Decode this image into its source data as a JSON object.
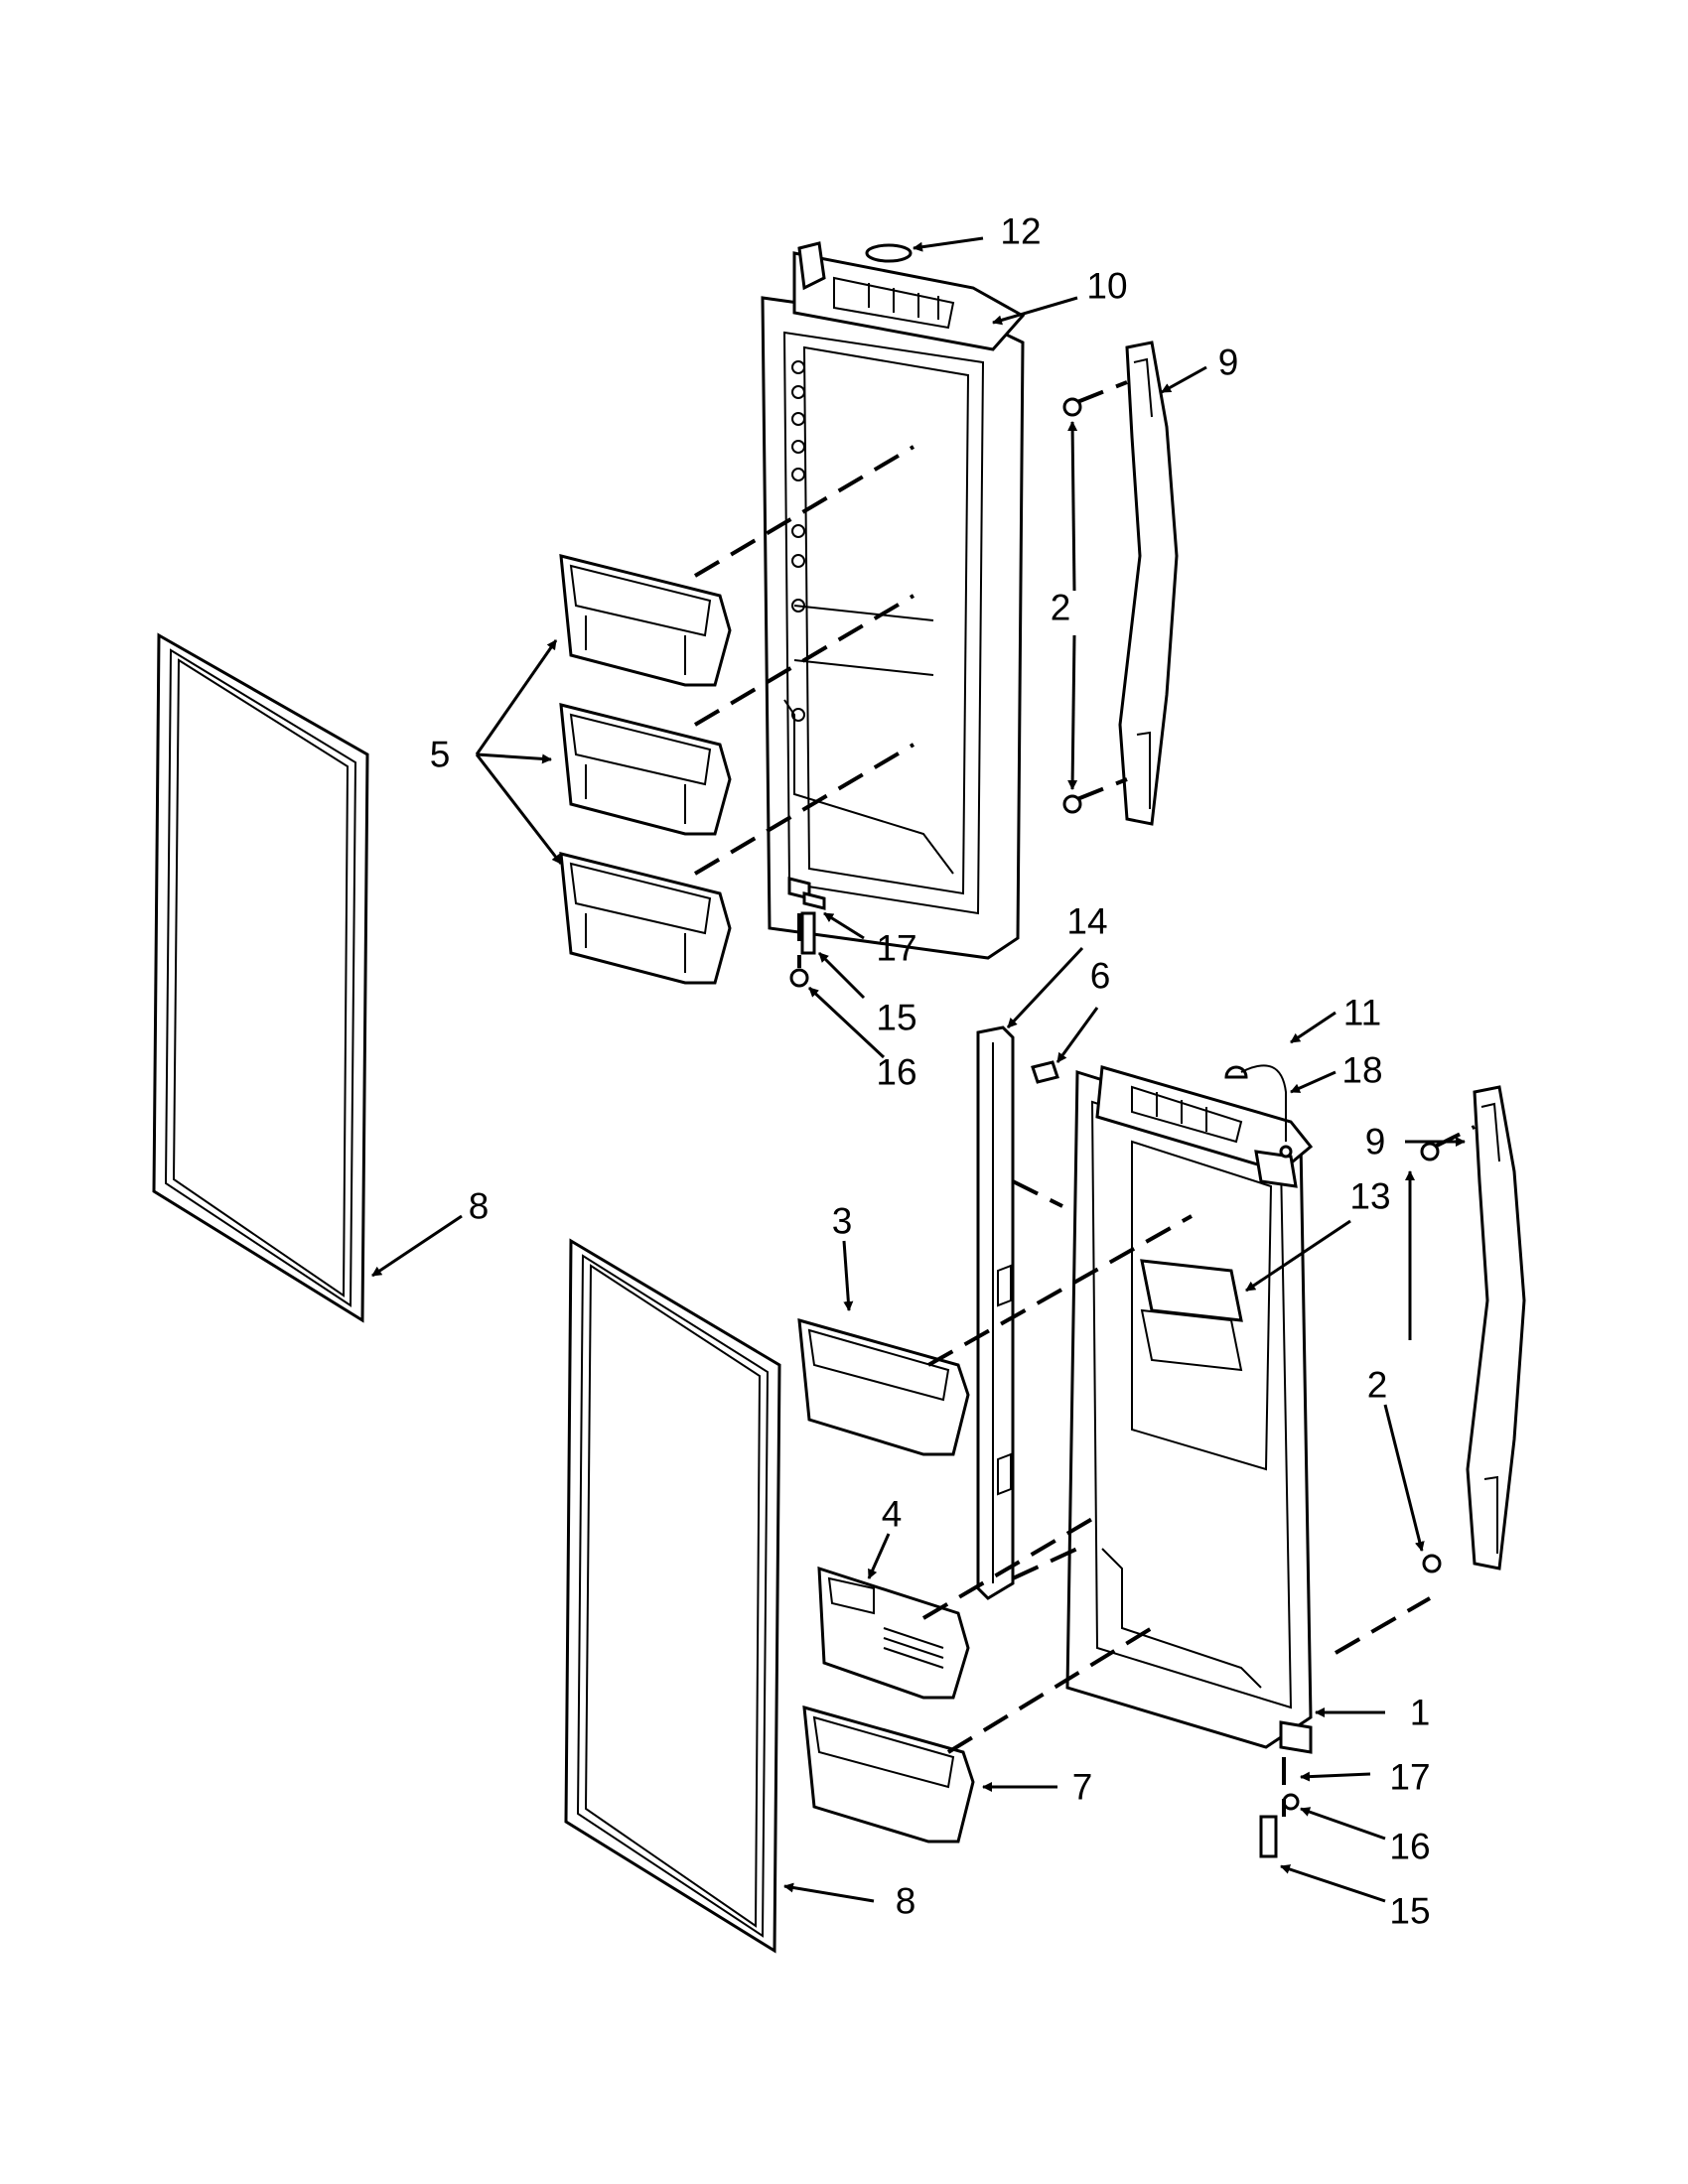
{
  "callouts": [
    {
      "id": "c12a",
      "text": "12"
    },
    {
      "id": "c10",
      "text": "10"
    },
    {
      "id": "c9a",
      "text": "9"
    },
    {
      "id": "c2a",
      "text": "2"
    },
    {
      "id": "c5",
      "text": "5"
    },
    {
      "id": "c17a",
      "text": "17"
    },
    {
      "id": "c15a",
      "text": "15"
    },
    {
      "id": "c16a",
      "text": "16"
    },
    {
      "id": "c14",
      "text": "14"
    },
    {
      "id": "c6",
      "text": "6"
    },
    {
      "id": "c11",
      "text": "11"
    },
    {
      "id": "c18",
      "text": "18"
    },
    {
      "id": "c9b",
      "text": "9"
    },
    {
      "id": "c13",
      "text": "13"
    },
    {
      "id": "c8a",
      "text": "8"
    },
    {
      "id": "c3",
      "text": "3"
    },
    {
      "id": "c2b",
      "text": "2"
    },
    {
      "id": "c4",
      "text": "4"
    },
    {
      "id": "c1",
      "text": "1"
    },
    {
      "id": "c17b",
      "text": "17"
    },
    {
      "id": "c7",
      "text": "7"
    },
    {
      "id": "c16b",
      "text": "16"
    },
    {
      "id": "c8b",
      "text": "8"
    },
    {
      "id": "c15b",
      "text": "15"
    }
  ]
}
